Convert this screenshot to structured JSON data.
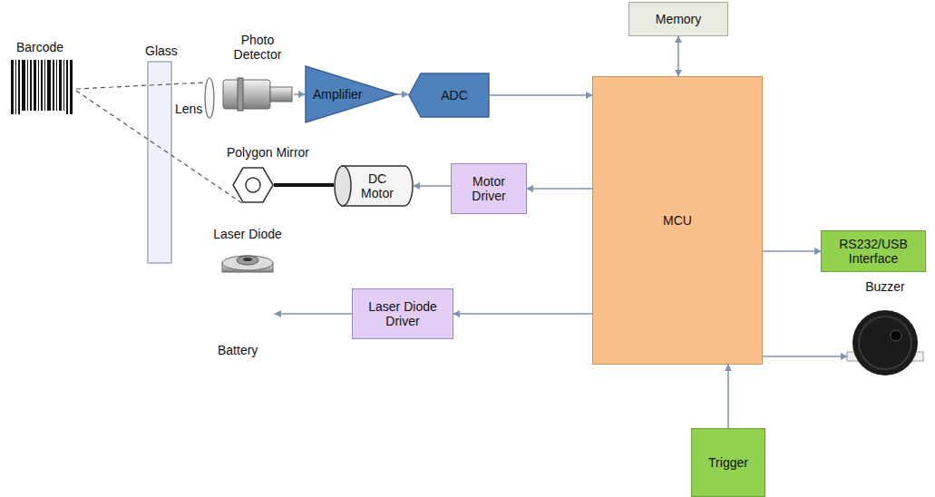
{
  "diagram": {
    "nodes": [
      {
        "text": [
          "Memory"
        ]
      },
      {
        "text": [
          "Photo Detector"
        ]
      },
      {
        "text": [
          "Amplifier"
        ]
      },
      {
        "text": [
          "ADC"
        ]
      },
      {
        "text": [
          "MCU"
        ]
      },
      {
        "text": [
          "Polygon Mirror"
        ]
      },
      {
        "text": [
          "DC Motor"
        ]
      },
      {
        "text": [
          "Motor Driver"
        ]
      },
      {
        "text": [
          "RS232/USB Interface"
        ]
      },
      {
        "text": [
          "Laser Diode"
        ]
      },
      {
        "text": [
          "Laser Diode Driver"
        ]
      },
      {
        "text": [
          "Buzzer"
        ]
      },
      {
        "text": [
          "Trigger"
        ]
      }
    ],
    "edges": [
      {
        "from": 1,
        "to": 2,
        "arrow": "to"
      },
      {
        "from": 2,
        "to": 3,
        "arrow": "to"
      },
      {
        "from": 3,
        "to": 4,
        "arrow": "to"
      },
      {
        "from": 0,
        "to": 4,
        "arrow": "both"
      },
      {
        "from": 4,
        "to": 7,
        "arrow": "to"
      },
      {
        "from": 7,
        "to": 6,
        "arrow": "to"
      },
      {
        "from": 6,
        "to": 5,
        "arrow": "none"
      },
      {
        "from": 4,
        "to": 10,
        "arrow": "to"
      },
      {
        "from": 10,
        "to": 9,
        "arrow": "to"
      },
      {
        "from": 4,
        "to": 8,
        "arrow": "to"
      },
      {
        "from": 4,
        "to": 11,
        "arrow": "to"
      },
      {
        "from": 12,
        "to": 4,
        "arrow": "to"
      }
    ],
    "labels": [
      "Barcode",
      "Glass",
      "Lens",
      "Battery"
    ]
  }
}
